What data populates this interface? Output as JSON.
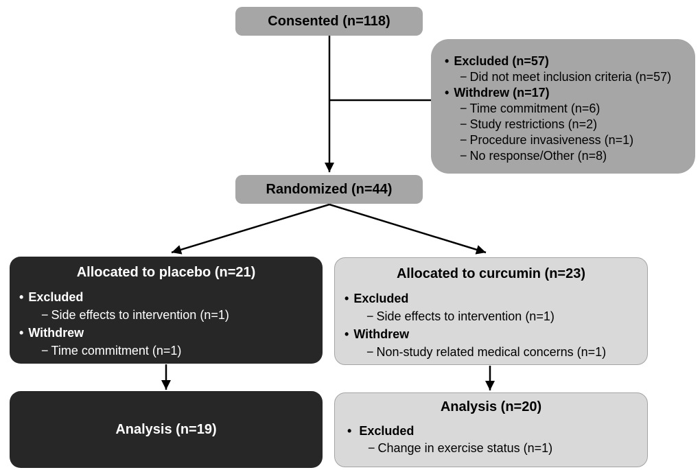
{
  "colors": {
    "medium_gray": "#a6a6a6",
    "dark": "#272727",
    "light_gray": "#d9d9d9",
    "light_border": "#a3a3a3",
    "arrow": "#000000",
    "text_dark": "#000000",
    "text_light": "#ffffff"
  },
  "glyphs": {
    "bullet": "•",
    "dash": "−"
  },
  "nodes": {
    "consented": {
      "title": "Consented (n=118)"
    },
    "exclusions": {
      "items": [
        {
          "label": "Excluded (n=57)",
          "subs": [
            "Did not meet inclusion criteria (n=57)"
          ]
        },
        {
          "label": "Withdrew (n=17)",
          "subs": [
            "Time commitment (n=6)",
            "Study restrictions (n=2)",
            "Procedure invasiveness (n=1)",
            "No response/Other (n=8)"
          ]
        }
      ]
    },
    "randomized": {
      "title": "Randomized (n=44)"
    },
    "placebo": {
      "title": "Allocated to placebo (n=21)",
      "items": [
        {
          "label": "Excluded",
          "subs": [
            "Side effects to intervention (n=1)"
          ]
        },
        {
          "label": "Withdrew",
          "subs": [
            "Time commitment (n=1)"
          ]
        }
      ]
    },
    "curcumin": {
      "title": "Allocated to curcumin (n=23)",
      "items": [
        {
          "label": "Excluded",
          "subs": [
            "Side effects to intervention (n=1)"
          ]
        },
        {
          "label": "Withdrew",
          "subs": [
            "Non-study related medical concerns (n=1)"
          ]
        }
      ]
    },
    "placebo_analysis": {
      "title": "Analysis (n=19)"
    },
    "curcumin_analysis": {
      "title": "Analysis (n=20)",
      "items": [
        {
          "label": "Excluded",
          "subs": [
            "Change in exercise status (n=1)"
          ]
        }
      ]
    }
  }
}
